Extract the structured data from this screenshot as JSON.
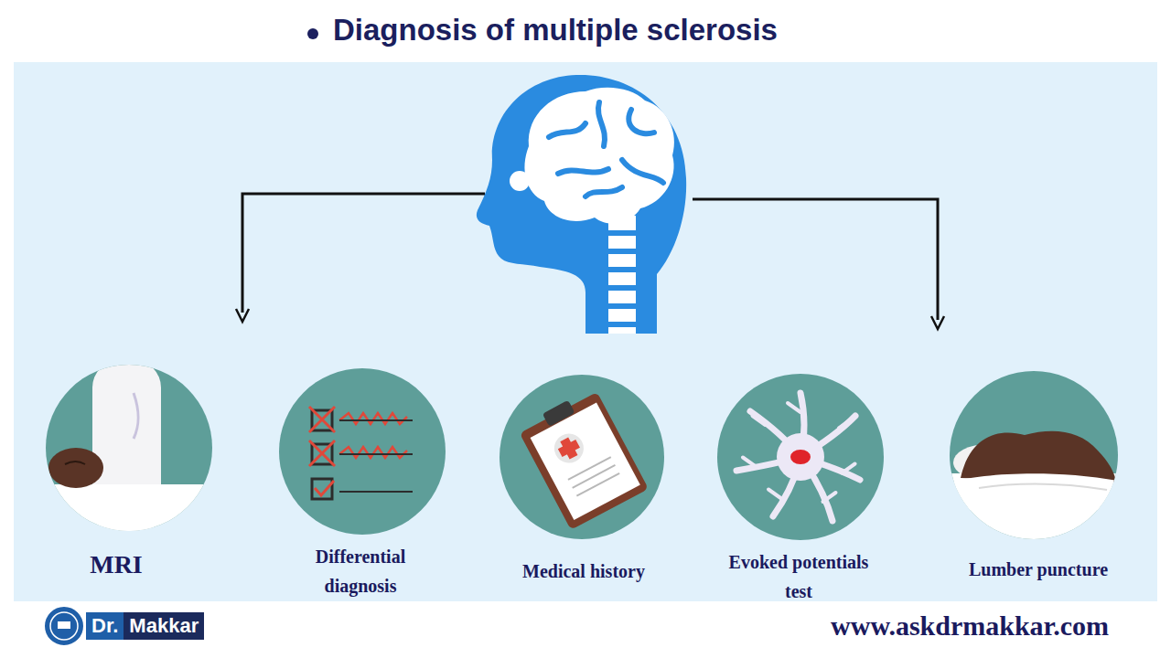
{
  "diagram": {
    "title": "Diagnosis of multiple sclerosis",
    "nodes": [
      {
        "text": [
          "MRI"
        ]
      },
      {
        "text": [
          "Differential diagnosis"
        ]
      },
      {
        "text": [
          "Medical history"
        ]
      },
      {
        "text": [
          "Evoked potentials test"
        ]
      },
      {
        "text": [
          "Lumber puncture"
        ]
      }
    ],
    "labels": [
      "Dr.",
      "Makkar",
      "www.askdrmakkar.com"
    ]
  }
}
